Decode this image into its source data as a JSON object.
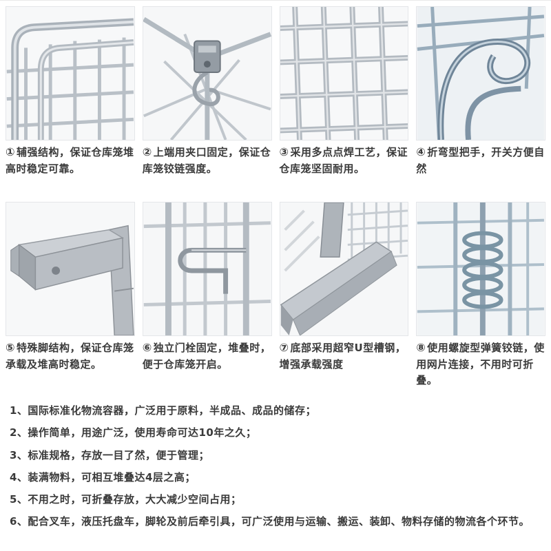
{
  "features": [
    {
      "num": "①",
      "text": "辅强结构，保证仓库笼堆高时稳定可靠。",
      "image": "wire-mesh-reinforced-frame"
    },
    {
      "num": "②",
      "text": "上端用夹口固定，保证仓库笼铰链强度。",
      "image": "top-clamp-fixing"
    },
    {
      "num": "③",
      "text": "采用多点点焊工艺，保证仓库笼坚固耐用。",
      "image": "spot-welded-mesh-grid"
    },
    {
      "num": "④",
      "text": "折弯型把手，开关方便自然",
      "image": "bent-type-handle"
    },
    {
      "num": "⑤",
      "text": "特殊脚结构，保证仓库笼承载及堆高时稳定。",
      "image": "special-foot-structure"
    },
    {
      "num": "⑥",
      "text": "独立门栓固定，堆叠时，便于仓库笼开启。",
      "image": "independent-door-bolt"
    },
    {
      "num": "⑦",
      "text": "底部采用超窄U型槽钢，增强承载强度",
      "image": "narrow-u-channel-base"
    },
    {
      "num": "⑧",
      "text": "使用螺旋型弹簧铰链，使用网片连接，不用时可折叠。",
      "image": "spiral-spring-hinge"
    }
  ],
  "notes": [
    "1、国际标准化物流容器，广泛用于原料，半成品、成品的储存；",
    "2、操作简单，用途广泛，使用寿命可达10年之久；",
    "3、标准规格，存放一目了然，便于管理；",
    "4、装满物料，可相互堆叠达4层之高；",
    "5、不用之时，可折叠存放，大大减少空间占用；",
    "6、配合叉车，液压托盘车，脚轮及前后牵引具，可广泛使用与运输、搬运、装卸、物料存储的物流各个环节。"
  ]
}
